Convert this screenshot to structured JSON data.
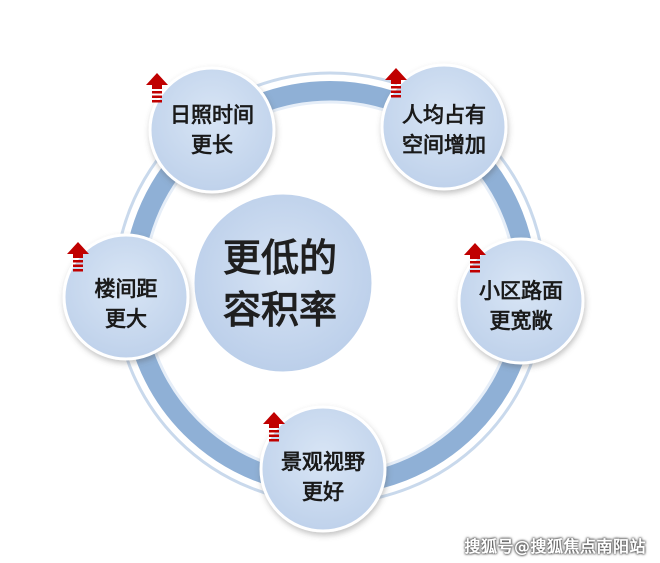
{
  "center": {
    "line1": "更低的",
    "line2": "容积率"
  },
  "nodes": [
    {
      "id": "top-left",
      "line1": "日照时间",
      "line2": "更长",
      "indicator": "up-arrow-icon"
    },
    {
      "id": "top-right",
      "line1": "人均占有",
      "line2": "空间增加",
      "indicator": "up-arrow-icon"
    },
    {
      "id": "right",
      "line1": "小区路面",
      "line2": "更宽敞",
      "indicator": "up-arrow-icon"
    },
    {
      "id": "bottom",
      "line1": "景观视野",
      "line2": "更好",
      "indicator": "up-arrow-icon"
    },
    {
      "id": "left",
      "line1": "楼间距",
      "line2": "更大",
      "indicator": "up-arrow-icon"
    }
  ],
  "watermark": "搜狐号@搜狐焦点南阳站",
  "colors": {
    "ring": "#8fb0d6",
    "ring_outline": "#c9d9ec",
    "center_fill": "#c6d7ee",
    "node_fill": "#c9daf0",
    "node_stroke": "#ffffff",
    "arrow": "#c00000"
  }
}
